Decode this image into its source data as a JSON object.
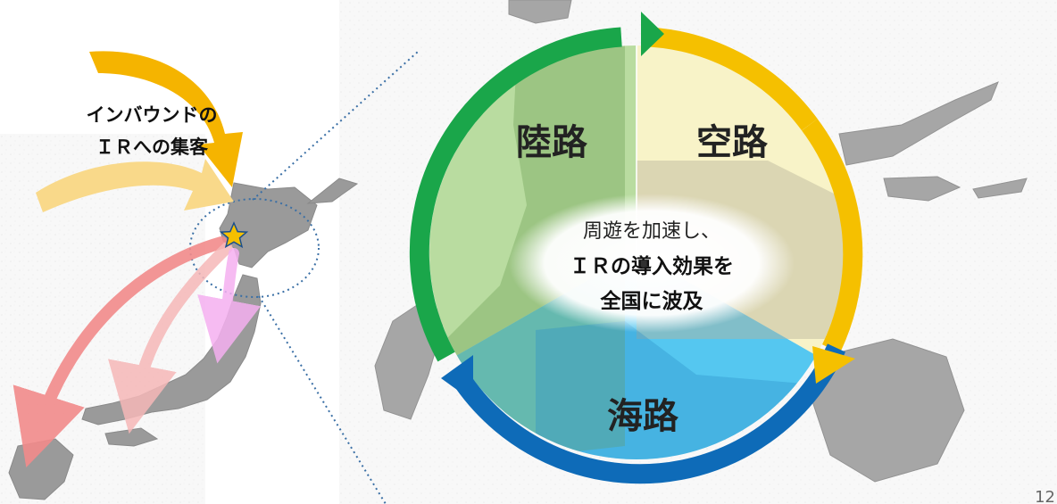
{
  "inbound_label": {
    "line1": "インバウンドの",
    "line2": "ＩＲへの集客"
  },
  "segments": {
    "land": "陸路",
    "air": "空路",
    "sea": "海路"
  },
  "center_text": {
    "line1": "周遊を加速し、",
    "line2": "ＩＲの導入効果を",
    "line3": "全国に波及"
  },
  "page_number": "12",
  "colors": {
    "land": "#1aa64a",
    "air": "#f5c000",
    "sea": "#0e6bb8",
    "land_fill": "#b9dca0",
    "air_fill": "#f8f3c8",
    "sea_fill": "#55c7f0",
    "star": "#f5c000",
    "dotted_line": "#3a6fa5",
    "inbound_arrow_1": "#f5b400",
    "inbound_arrow_2": "#f9d98a",
    "outbound_red": "#f28b8b",
    "outbound_pink": "#f6b8b8",
    "outbound_magenta": "#f5b0f0"
  },
  "icons": [
    "star-icon"
  ]
}
